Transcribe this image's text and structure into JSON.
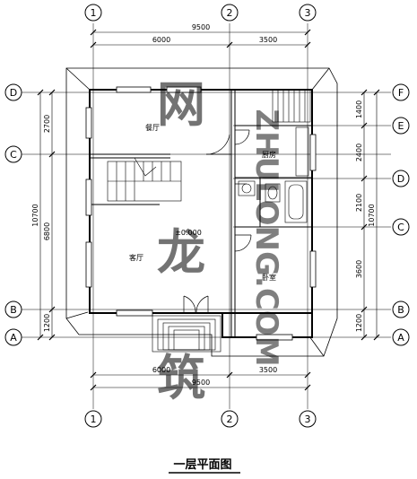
{
  "drawing": {
    "title": "一层平面图",
    "axes": {
      "vertical": [
        "1",
        "2",
        "3"
      ],
      "horizontal_left": [
        "D",
        "C",
        "B",
        "A"
      ],
      "horizontal_right": [
        "F",
        "E",
        "D",
        "C",
        "B",
        "A"
      ]
    },
    "dimensions": {
      "top_total": "9500",
      "top_left": "6000",
      "top_right": "3500",
      "bottom_total": "9500",
      "bottom_left": "6000",
      "bottom_right": "3500",
      "left_total": "10700",
      "left_dc": "2700",
      "left_cb": "6800",
      "left_ba": "1200",
      "right_total": "10700",
      "right_fe": "1400",
      "right_ed": "2400",
      "right_dc": "2100",
      "right_cb": "3600",
      "right_ba": "1200"
    },
    "rooms": {
      "dining": "餐厅",
      "kitchen": "厨房",
      "living": "客厅",
      "bedroom": "卧室"
    },
    "level": "±0.000",
    "watermark": {
      "chinese": [
        "筑",
        "龙",
        "网"
      ],
      "english": "ZHULONG.COM"
    }
  }
}
